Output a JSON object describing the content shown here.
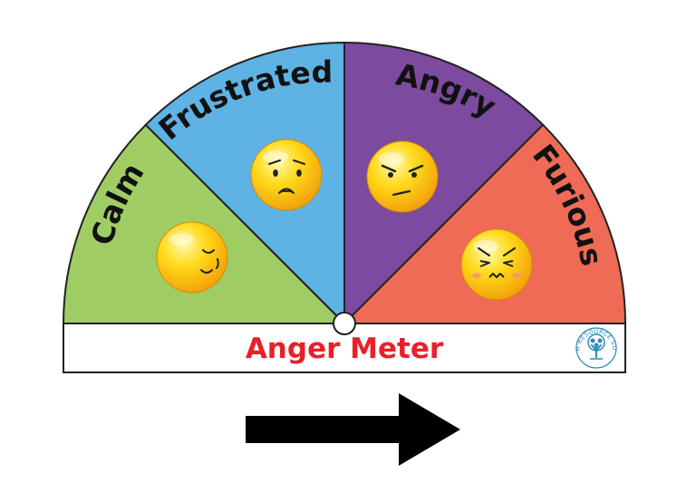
{
  "meter": {
    "title": "Anger Meter",
    "title_color": "#e8202a",
    "segments": [
      {
        "label": "Calm",
        "color": "#9fcd63",
        "face": "content-face-icon"
      },
      {
        "label": "Frustrated",
        "color": "#5eb2e4",
        "face": "worried-face-icon"
      },
      {
        "label": "Angry",
        "color": "#7c4a9e",
        "face": "angry-face-icon"
      },
      {
        "label": "Furious",
        "color": "#ef6b56",
        "face": "furious-face-icon"
      }
    ],
    "logo_text": "TEACH RESOURCE SOURCE",
    "logo_color": "#2a8ab8"
  },
  "arrow": {
    "direction": "right",
    "color": "#000000"
  }
}
